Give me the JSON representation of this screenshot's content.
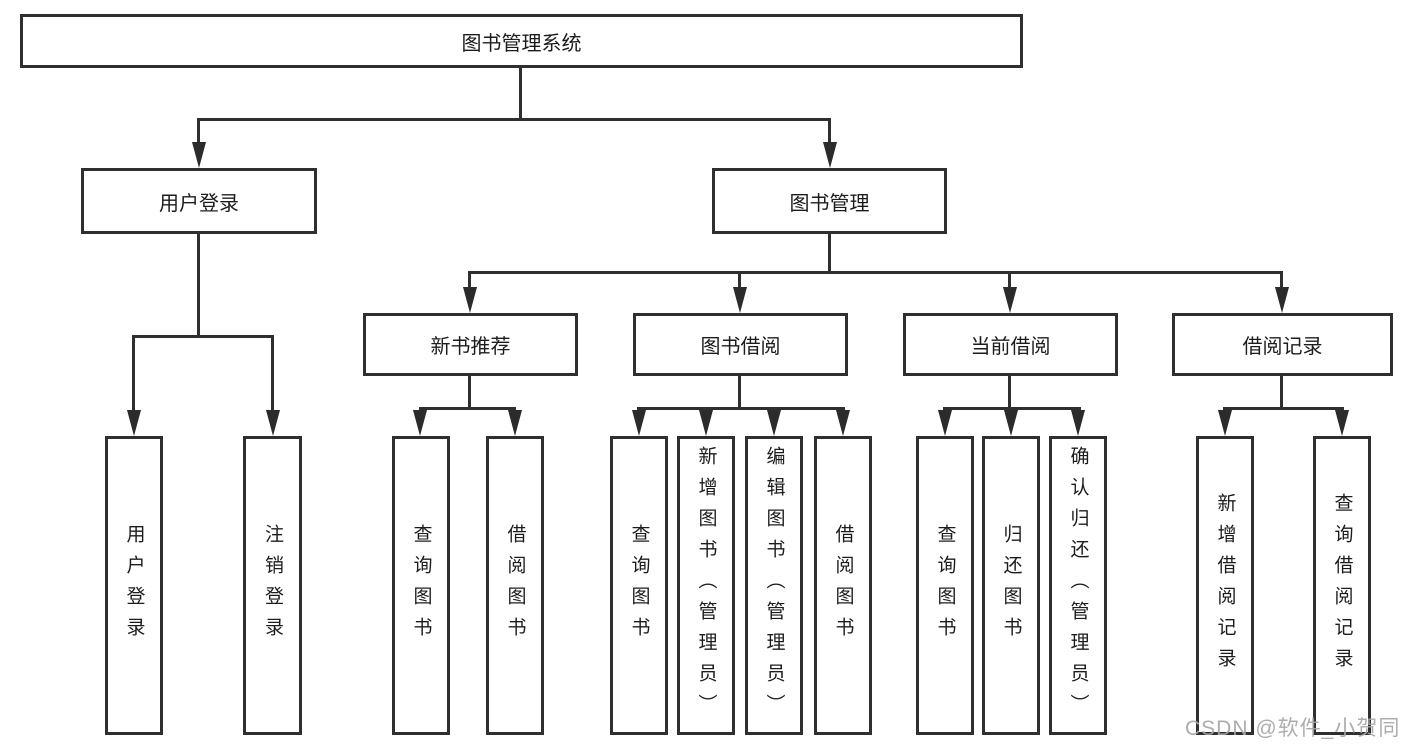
{
  "diagram": {
    "type": "tree",
    "title": "图书管理系统",
    "root": {
      "label": "图书管理系统",
      "children": [
        {
          "label": "用户登录",
          "children": [
            {
              "label": "用户登录"
            },
            {
              "label": "注销登录"
            }
          ]
        },
        {
          "label": "图书管理",
          "children": [
            {
              "label": "新书推荐",
              "children": [
                {
                  "label": "查询图书"
                },
                {
                  "label": "借阅图书"
                }
              ]
            },
            {
              "label": "图书借阅",
              "children": [
                {
                  "label": "查询图书"
                },
                {
                  "label": "新增图书（管理员）"
                },
                {
                  "label": "编辑图书（管理员）"
                },
                {
                  "label": "借阅图书"
                }
              ]
            },
            {
              "label": "当前借阅",
              "children": [
                {
                  "label": "查询图书"
                },
                {
                  "label": "归还图书"
                },
                {
                  "label": "确认归还（管理员）"
                }
              ]
            },
            {
              "label": "借阅记录",
              "children": [
                {
                  "label": "新增借阅记录"
                },
                {
                  "label": "查询借阅记录"
                }
              ]
            }
          ]
        }
      ]
    }
  },
  "watermark": {
    "text": "CSDN @软件_小贺同学",
    "color": "#a6a6a6"
  },
  "colors": {
    "line": "#2f2f2f",
    "text": "#1c1c1c",
    "background": "#ffffff"
  }
}
